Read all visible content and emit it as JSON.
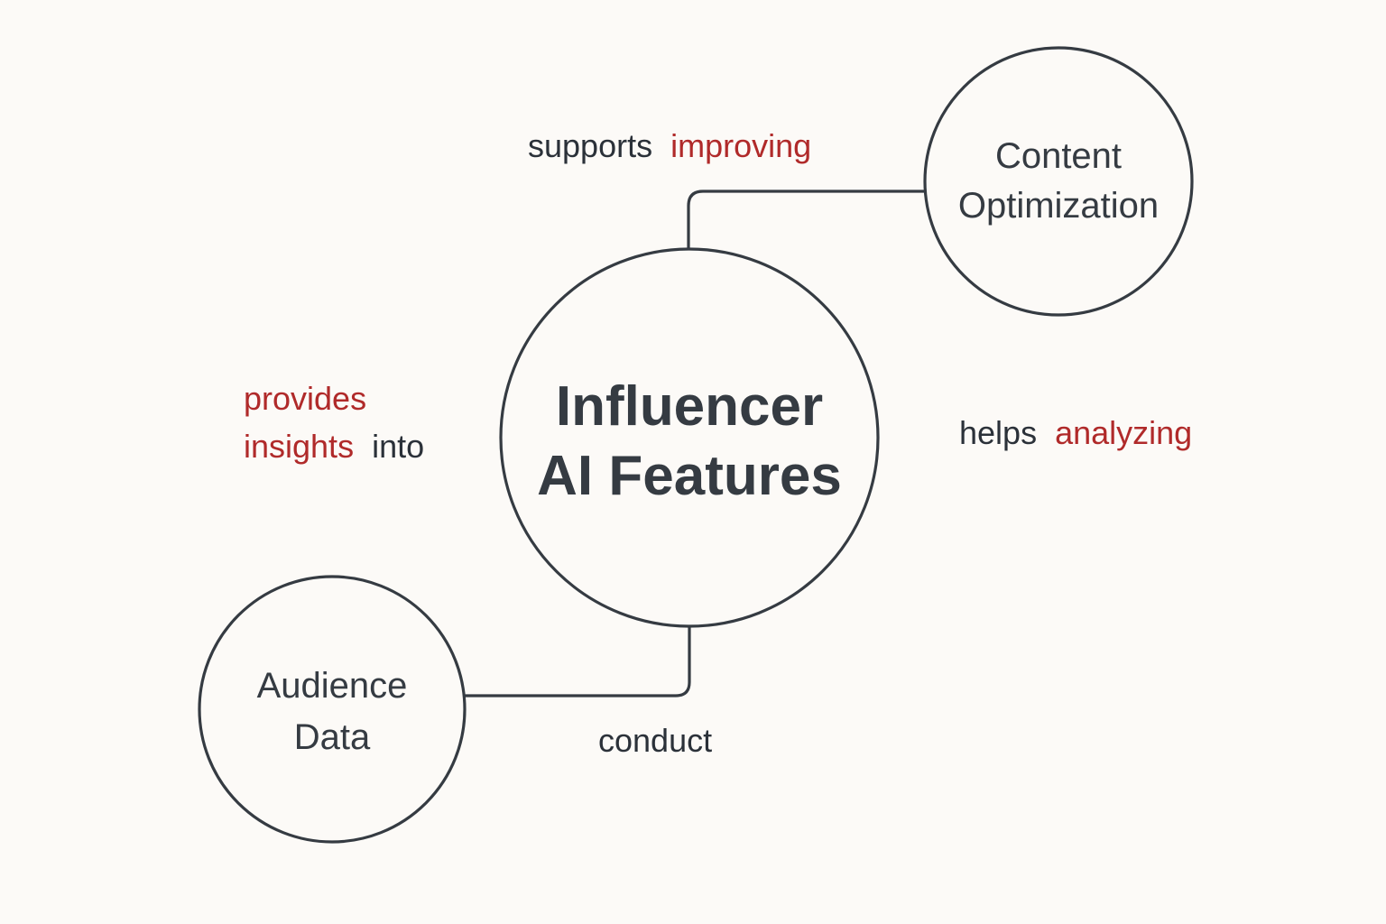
{
  "diagram": {
    "colors": {
      "background": "#fcfaf7",
      "stroke": "#353b42",
      "text": "#2b3139",
      "accent": "#b02a2a"
    },
    "nodes": {
      "center": {
        "line1": "Influencer",
        "line2": "AI Features"
      },
      "content_optimization": {
        "line1": "Content",
        "line2": "Optimization"
      },
      "audience_data": {
        "line1": "Audience",
        "line2": "Data"
      }
    },
    "edges": {
      "to_content": {
        "from": "Influencer AI Features",
        "to": "Content Optimization",
        "label_plain": "supports",
        "label_accent": "improving"
      },
      "to_audience": {
        "from": "Influencer AI Features",
        "to": "Audience Data",
        "label_plain": "conduct"
      }
    },
    "floating_labels": {
      "left": {
        "line1_accent": "provides",
        "line2_accent": "insights",
        "line2_plain": "into"
      },
      "right": {
        "plain": "helps",
        "accent": "analyzing"
      }
    }
  }
}
